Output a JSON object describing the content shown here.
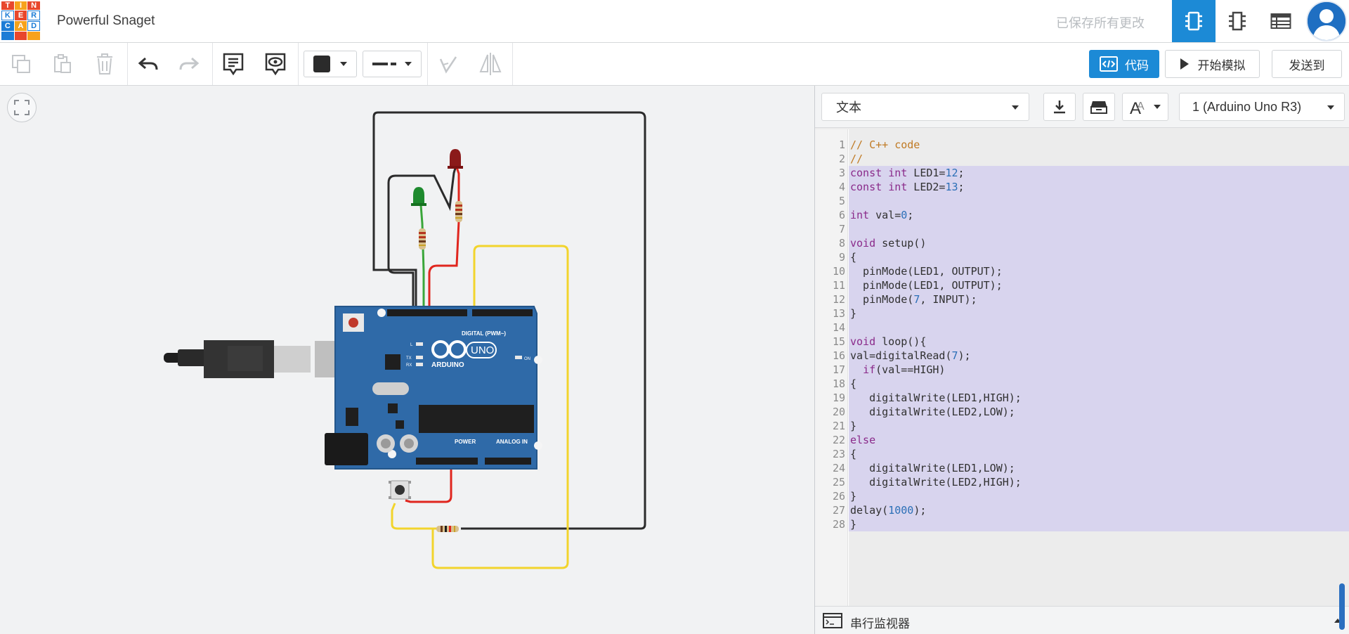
{
  "logo": {
    "letters": [
      "T",
      "I",
      "N",
      "K",
      "E",
      "R",
      "C",
      "A",
      "D"
    ]
  },
  "header": {
    "project_title": "Powerful Snaget",
    "save_status": "已保存所有更改"
  },
  "toolbar": {
    "code_label": "代码",
    "simulate_label": "开始模拟",
    "send_label": "发送到"
  },
  "code_panel": {
    "mode": "文本",
    "device": "1 (Arduino Uno R3)",
    "serial_monitor_label": "串行监视器",
    "lines": [
      "// C++ code",
      "//",
      "const int LED1=12;",
      "const int LED2=13;",
      "",
      "int val=0;",
      "",
      "void setup()",
      "{",
      "  pinMode(LED1, OUTPUT);",
      "  pinMode(LED1, OUTPUT);",
      "  pinMode(7, INPUT);",
      "}",
      "",
      "void loop(){",
      "val=digitalRead(7);",
      "  if(val==HIGH)",
      "{",
      "   digitalWrite(LED1,HIGH);",
      "   digitalWrite(LED2,LOW);",
      "}",
      "else",
      "{",
      "   digitalWrite(LED1,LOW);",
      "   digitalWrite(LED2,HIGH);",
      "}",
      "delay(1000);",
      "}"
    ],
    "selected_from_line": 3
  },
  "board": {
    "name": "ARDUINO",
    "model": "UNO",
    "digital_label": "DIGITAL (PWM~)",
    "power_label": "POWER",
    "analog_label": "ANALOG IN",
    "on_label": "ON",
    "l_label": "L",
    "tx_label": "TX",
    "rx_label": "RX"
  },
  "colors": {
    "accent": "#1c8ad6",
    "board": "#2f6aa8",
    "wire_black": "#2b2b2b",
    "wire_red": "#e0261e",
    "wire_yellow": "#f2d42c",
    "wire_green": "#3aa63a",
    "selection": "#d8d4ee"
  }
}
